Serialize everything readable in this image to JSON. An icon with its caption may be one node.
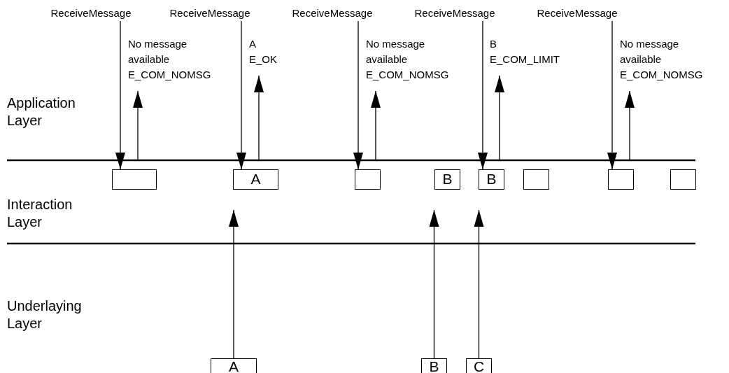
{
  "diagram": {
    "nodes": [
      {
        "text": [
          "ReceiveMessage"
        ]
      },
      {
        "text": [
          "ReceiveMessage"
        ]
      },
      {
        "text": [
          "ReceiveMessage"
        ]
      },
      {
        "text": [
          "ReceiveMessage"
        ]
      },
      {
        "text": [
          "ReceiveMessage"
        ]
      },
      {
        "text": [
          "No message available E_COM_NOMSG"
        ]
      },
      {
        "text": [
          "A E_OK"
        ]
      },
      {
        "text": [
          "No message available E_COM_NOMSG"
        ]
      },
      {
        "text": [
          "B E_COM_LIMIT"
        ]
      },
      {
        "text": [
          "No message available E_COM_NOMSG"
        ]
      },
      {
        "text": [],
        "shape": "box"
      },
      {
        "text": [
          "A"
        ]
      },
      {
        "text": [],
        "shape": "box"
      },
      {
        "text": [
          "B"
        ]
      },
      {
        "text": [
          "B"
        ]
      },
      {
        "text": [],
        "shape": "box"
      },
      {
        "text": [],
        "shape": "box"
      },
      {
        "text": [],
        "shape": "box"
      },
      {
        "text": [
          "A"
        ]
      },
      {
        "text": [
          "B"
        ]
      },
      {
        "text": [
          "C"
        ]
      }
    ],
    "edges": [
      {
        "from": 0,
        "to": 10,
        "arrow": "to"
      },
      {
        "from": null,
        "to": 5,
        "arrow": "to"
      },
      {
        "from": 1,
        "to": 11,
        "arrow": "to"
      },
      {
        "from": null,
        "to": 6,
        "arrow": "to"
      },
      {
        "from": 2,
        "to": 12,
        "arrow": "to"
      },
      {
        "from": null,
        "to": 7,
        "arrow": "to"
      },
      {
        "from": 3,
        "to": 14,
        "arrow": "to"
      },
      {
        "from": null,
        "to": 8,
        "arrow": "to"
      },
      {
        "from": 4,
        "to": 16,
        "arrow": "to"
      },
      {
        "from": null,
        "to": 9,
        "arrow": "to"
      },
      {
        "from": 18,
        "to": null,
        "arrow": "to"
      },
      {
        "from": 19,
        "to": null,
        "arrow": "to"
      },
      {
        "from": 20,
        "to": null,
        "arrow": "to"
      }
    ],
    "labels": [
      "Application Layer",
      "Interaction Layer",
      "Underlaying Layer"
    ]
  }
}
